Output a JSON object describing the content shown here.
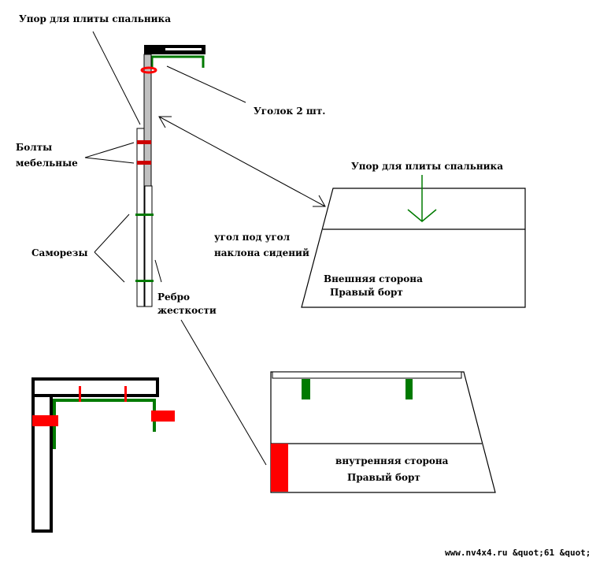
{
  "labels": {
    "stop_top": "Упор  для плиты спальника",
    "corner": "Уголок  2 шт.",
    "bolts_line1": "Болты",
    "bolts_line2": "мебельные",
    "screws": "Саморезы",
    "rib_line1": "Ребро",
    "rib_line2": "жесткости",
    "angle_line1": "угол под угол",
    "angle_line2": "наклона сидений",
    "stop_right": "Упор  для плиты спальника",
    "outer_line1": "Внешняя сторона",
    "outer_line2": "Правый борт",
    "inner_line1": "внутренняя сторона",
    "inner_line2": "Правый борт"
  },
  "watermark": "www.nv4x4.ru &quot;61 &quot;",
  "colors": {
    "black": "#000000",
    "red": "#ff0000",
    "dark_red": "#cc0000",
    "green": "#007a00",
    "gray": "#c0c0c0"
  }
}
